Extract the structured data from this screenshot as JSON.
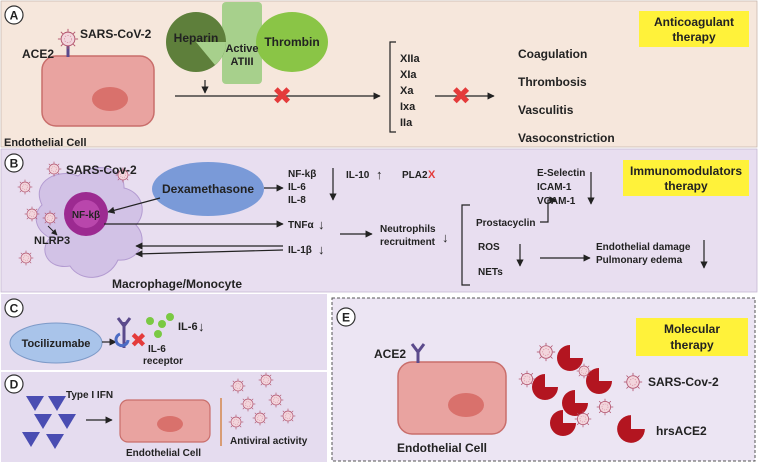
{
  "colors": {
    "panel_a_bg": "#f6e7dc",
    "panel_b_bg": "#e8def0",
    "panel_c_bg": "#e5dcef",
    "panel_d_bg": "#e5dcef",
    "panel_e_bg": "#ece5f3",
    "therapy_box": "#fff23a",
    "cell_fill": "#e9a3a0",
    "cell_stroke": "#c96e6b",
    "nucleus": "#d9716c",
    "heparin": "#5e7f3b",
    "atiii": "#a7d08c",
    "thrombin": "#8ac546",
    "macrophage": "#d2c2e6",
    "nfkb": "#9c2a91",
    "dexamethasone": "#7a9ad8",
    "tocilizumab": "#a9c4ea",
    "ifn": "#4a4db2",
    "hrsace2": "#b31520",
    "ace2": "#5b4a8c",
    "block_x": "#e43b3b",
    "virus": "#f2d5dc",
    "virus_stroke": "#b0506a"
  },
  "panel_a": {
    "badge": "A",
    "ace2": "ACE2",
    "virus": "SARS-CoV-2",
    "heparin": "Heparin",
    "atiii_line1": "Active",
    "atiii_line2": "ATIII",
    "thrombin": "Thrombin",
    "factors": [
      "XIIa",
      "XIa",
      "Xa",
      "Ixa",
      "IIa"
    ],
    "outcomes": [
      "Coagulation",
      "Thrombosis",
      "Vasculitis",
      "Vasoconstriction"
    ],
    "cell_label": "Endothelial Cell",
    "therapy_line1": "Anticoagulant",
    "therapy_line2": "therapy"
  },
  "panel_b": {
    "badge": "B",
    "virus": "SARS-Cov-2",
    "dexamethasone": "Dexamethasone",
    "nfkb": "NF-kβ",
    "nlrp3": "NLRP3",
    "cytokines": [
      "NF-kβ",
      "IL-6",
      "IL-8"
    ],
    "il10": "IL-10",
    "pla2": "PLA2",
    "pla2_block": "X",
    "tnfa": "TNFα",
    "il1b": "IL-1β",
    "neutrophils_line1": "Neutrophils",
    "neutrophils_line2": "recruitment",
    "prostacyclin": "Prostacyclin",
    "ros": "ROS",
    "nets": "NETs",
    "adhesion": [
      "E-Selectin",
      "ICAM-1",
      "VCAM-1"
    ],
    "damage_line1": "Endothelial damage",
    "damage_line2": "Pulmonary edema",
    "macrophage_label": "Macrophage/Monocyte",
    "therapy_line1": "Immunomodulators",
    "therapy_line2": "therapy"
  },
  "panel_c": {
    "badge": "C",
    "drug": "Tocilizumabe",
    "il6": "IL-6",
    "receptor_line1": "IL-6",
    "receptor_line2": "receptor"
  },
  "panel_d": {
    "badge": "D",
    "ifn": "Type I IFN",
    "cell_label": "Endothelial Cell",
    "activity": "Antiviral activity"
  },
  "panel_e": {
    "badge": "E",
    "ace2": "ACE2",
    "virus": "SARS-Cov-2",
    "hrsace2": "hrsACE2",
    "cell_label": "Endothelial Cell",
    "therapy_line1": "Molecular",
    "therapy_line2": "therapy"
  },
  "arrows": {
    "down": "↓",
    "up": "↑"
  }
}
